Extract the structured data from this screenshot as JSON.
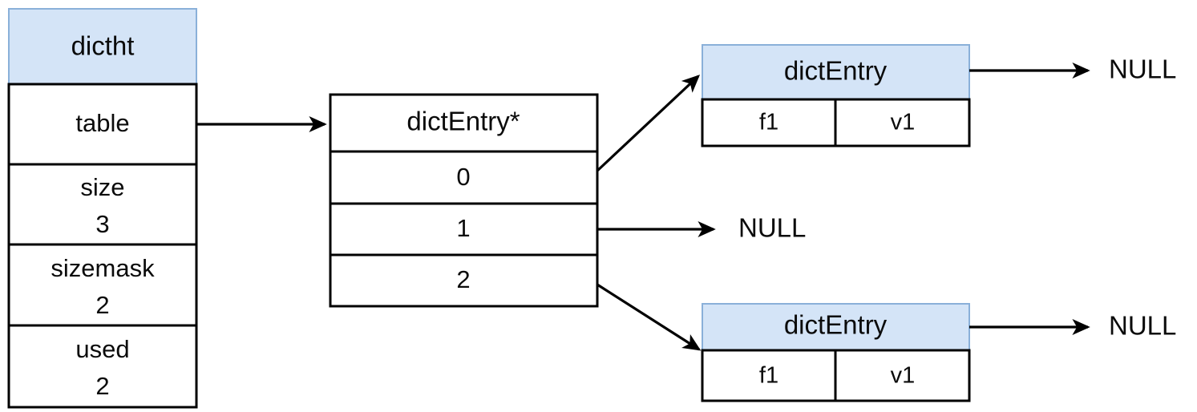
{
  "diagram": {
    "title_hidden": "Redis dictht hash table structure",
    "colors": {
      "header_fill": "#d4e4f7",
      "header_stroke": "#8ab0d9",
      "box_stroke": "#000000",
      "box_fill": "#ffffff",
      "text": "#0b0b0b"
    },
    "dictht": {
      "header": "dictht",
      "fields": [
        {
          "name": "table",
          "value": ""
        },
        {
          "name": "size",
          "value": "3"
        },
        {
          "name": "sizemask",
          "value": "2"
        },
        {
          "name": "used",
          "value": "2"
        }
      ]
    },
    "bucket_array": {
      "header": "dictEntry*",
      "slots": [
        {
          "index": "0"
        },
        {
          "index": "1"
        },
        {
          "index": "2"
        }
      ]
    },
    "entries": [
      {
        "header": "dictEntry",
        "field": "f1",
        "value": "v1",
        "next": "NULL"
      },
      {
        "header": "dictEntry",
        "field": "f1",
        "value": "v1",
        "next": "NULL"
      }
    ],
    "empty_bucket_label": "NULL"
  }
}
